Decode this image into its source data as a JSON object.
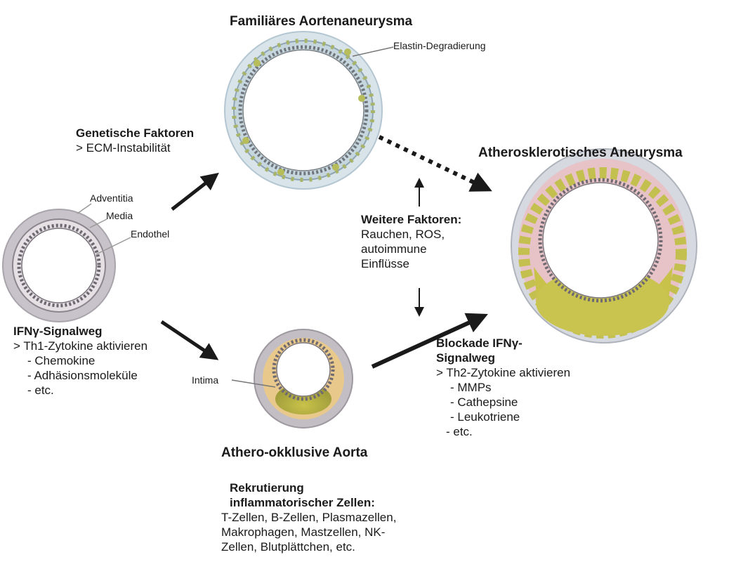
{
  "title_top": "Familiäres Aortenaneurysma",
  "label_elastin": "Elastin-Degradierung",
  "genetic": {
    "heading": "Genetische Faktoren",
    "item": "> ECM-Instabilität"
  },
  "title_right": "Atherosklerotisches Aneurysma",
  "layers": {
    "adventitia": "Adventitia",
    "media": "Media",
    "endothel": "Endothel"
  },
  "other_factors": {
    "heading": "Weitere Faktoren:",
    "lines": [
      "Rauchen, ROS,",
      "autoimmune",
      "Einflüsse"
    ]
  },
  "ifn": {
    "heading": "IFNγ-Signalweg",
    "item": "> Th1-Zytokine aktivieren",
    "subitems": [
      "- Chemokine",
      "- Adhäsionsmoleküle",
      "- etc."
    ]
  },
  "label_intima": "Intima",
  "block": {
    "heading_line1": "Blockade IFNγ-",
    "heading_line2": "Signalweg",
    "item": "> Th2-Zytokine aktivieren",
    "subitems": [
      "- MMPs",
      "- Cathepsine",
      "- Leukotriene",
      "- etc."
    ]
  },
  "title_bottom": "Athero-okklusive Aorta",
  "recruit": {
    "heading_line1": "Rekrutierung",
    "heading_line2": "inflammatorischer Zellen:",
    "lines": [
      "T-Zellen, B-Zellen, Plasmazellen,",
      "Makrophagen, Mastzellen, NK-",
      "Zellen, Blutplättchen, etc."
    ]
  }
}
